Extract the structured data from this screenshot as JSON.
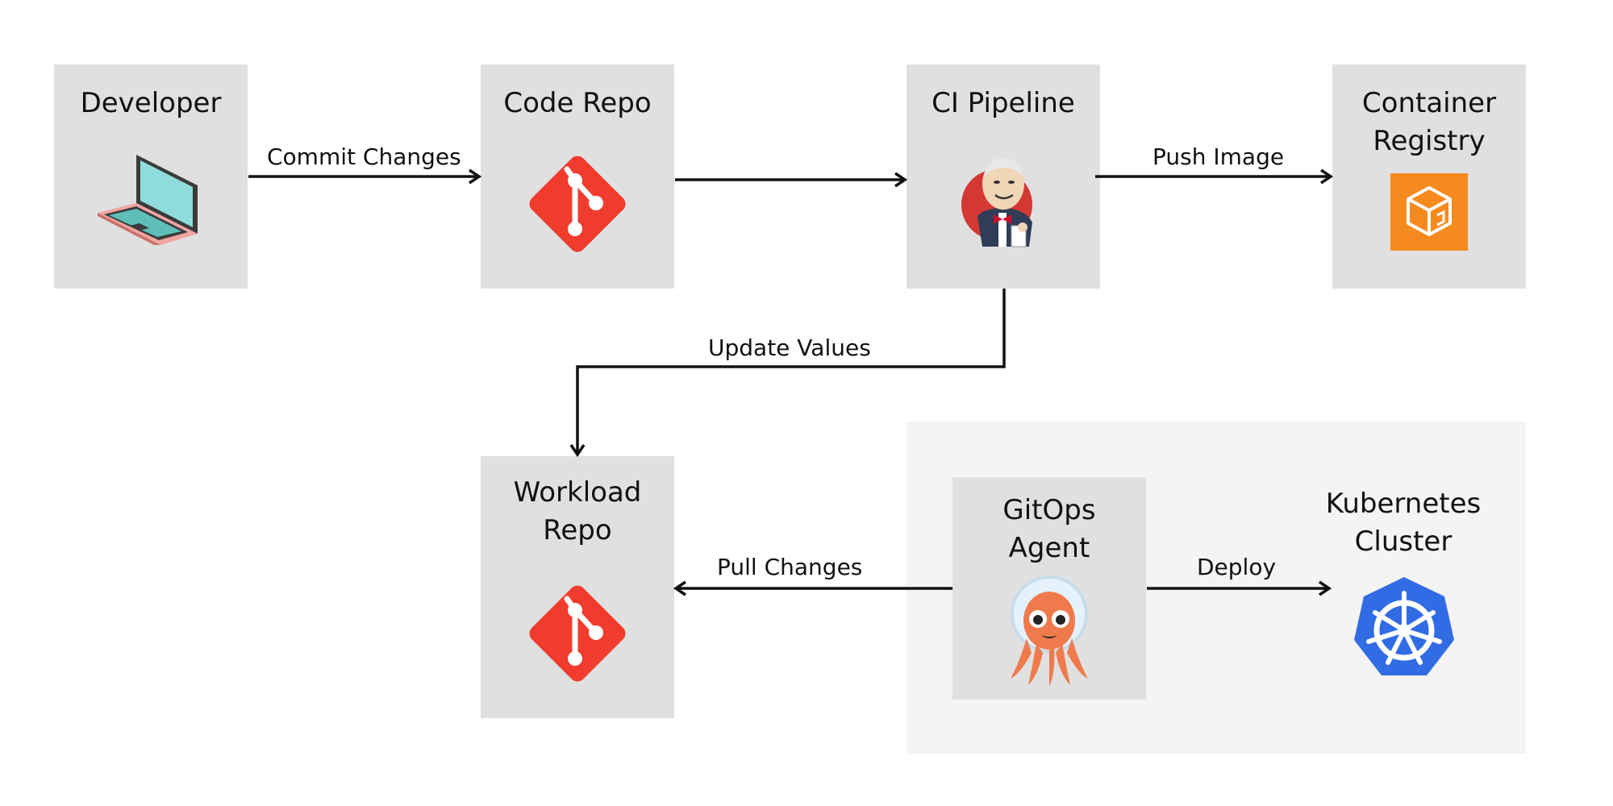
{
  "nodes": {
    "developer": "Developer",
    "code_repo": "Code Repo",
    "ci_pipeline": "CI Pipeline",
    "container_registry": "Container Registry",
    "workload_repo": "Workload Repo",
    "gitops_agent": "GitOps Agent",
    "kubernetes_cluster": "Kubernetes Cluster"
  },
  "edges": {
    "commit_changes": "Commit Changes",
    "push_image": "Push Image",
    "update_values": "Update Values",
    "pull_changes": "Pull Changes",
    "deploy": "Deploy"
  },
  "icons": {
    "developer": "laptop-icon",
    "code_repo": "git-icon",
    "ci_pipeline": "jenkins-icon",
    "container_registry": "registry-icon",
    "workload_repo": "git-icon",
    "gitops_agent": "argo-octopus-icon",
    "kubernetes_cluster": "kubernetes-icon"
  },
  "colors": {
    "box": "#e0e0e0",
    "cluster_area": "#f4f4f4",
    "git": "#f03c2e",
    "registry": "#f58b1f",
    "kubernetes": "#326ce5",
    "argo": "#ef7b4d",
    "jenkins_red": "#d33833"
  }
}
